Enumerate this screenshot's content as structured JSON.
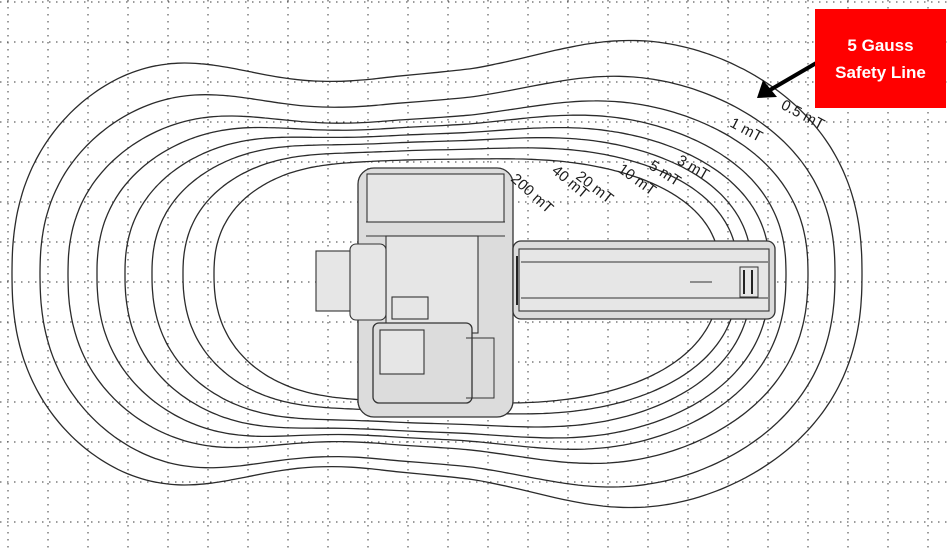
{
  "callout": {
    "line1": "5 Gauss",
    "line2": "Safety Line",
    "color": "#ff0000"
  },
  "contours": [
    {
      "label": "0.5 mT",
      "safety_line": true
    },
    {
      "label": "1 mT"
    },
    {
      "label": "3 mT"
    },
    {
      "label": "5 mT"
    },
    {
      "label": "10 mT"
    },
    {
      "label": "20 mT"
    },
    {
      "label": "40 mT"
    },
    {
      "label": "200 mT"
    }
  ],
  "grid": "dotted",
  "icons": {
    "arrow": "arrow-icon",
    "scanner": "mri-scanner-top-view-icon"
  }
}
